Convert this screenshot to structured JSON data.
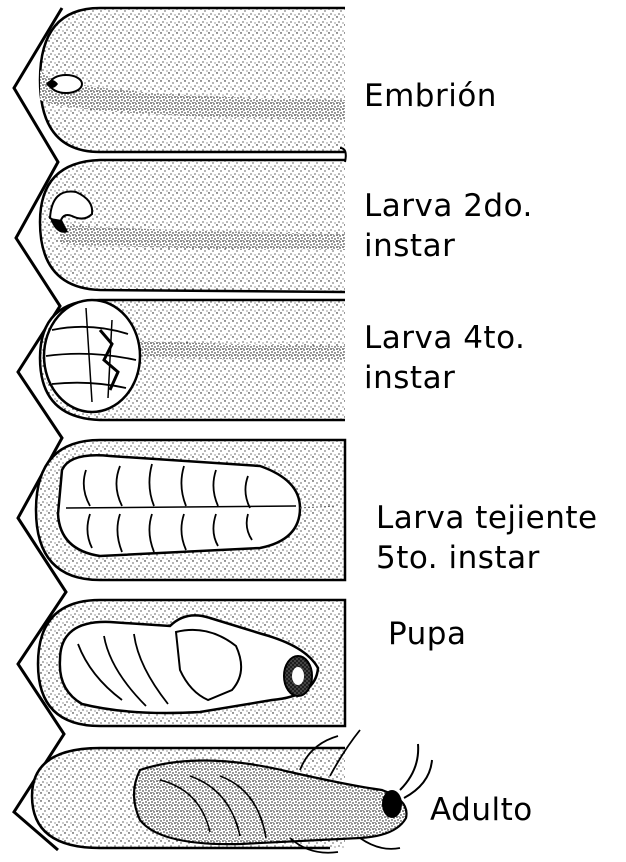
{
  "stages": [
    {
      "id": "embrion",
      "lines": [
        "Embrión"
      ]
    },
    {
      "id": "larva-2do",
      "lines": [
        "Larva 2do.",
        "instar"
      ]
    },
    {
      "id": "larva-4to",
      "lines": [
        "Larva 4to.",
        "instar"
      ]
    },
    {
      "id": "larva-tejiente",
      "lines": [
        "Larva tejiente",
        "5to. instar"
      ]
    },
    {
      "id": "pupa",
      "lines": [
        "Pupa"
      ]
    },
    {
      "id": "adulto",
      "lines": [
        "Adulto"
      ]
    }
  ]
}
